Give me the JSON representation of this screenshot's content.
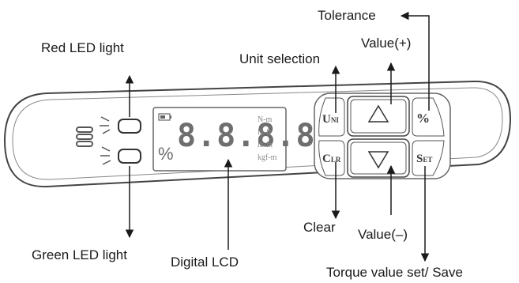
{
  "labels": {
    "tolerance": "Tolerance",
    "red_led": "Red LED light",
    "value_plus": "Value(+)",
    "unit_selection": "Unit selection",
    "green_led": "Green LED light",
    "digital_lcd": "Digital LCD",
    "clear": "Clear",
    "value_minus": "Value(–)",
    "torque_set_save": "Torque value set/ Save"
  },
  "lcd": {
    "digits": "8.8.8.8",
    "percent": "%",
    "units": [
      "N-m",
      "lb-ft",
      "lb-in",
      "kgf-m"
    ]
  },
  "keys": {
    "unit_main": "U",
    "unit_sub": "NI",
    "clear_main": "C",
    "clear_sub": "LR",
    "percent": "%",
    "set_main": "S",
    "set_sub": "ET"
  },
  "icons": {
    "up": "triangle-up-icon",
    "down": "triangle-down-icon",
    "battery": "battery-icon",
    "grip": "grip-icon"
  }
}
